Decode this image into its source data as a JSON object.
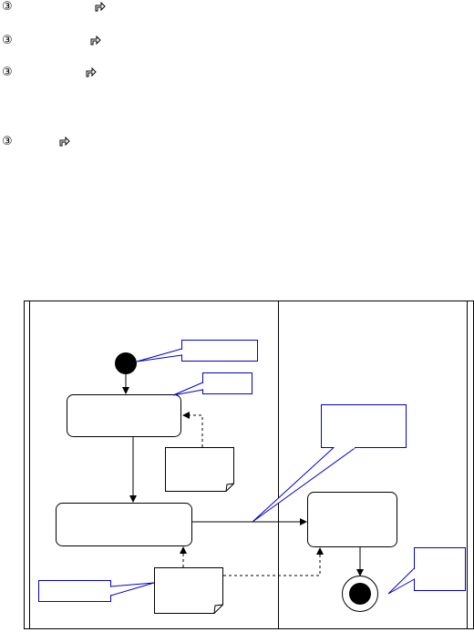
{
  "bullets": [
    {
      "marker": "③",
      "text": ""
    },
    {
      "marker": "③",
      "text": ""
    },
    {
      "marker": "③",
      "text": ""
    },
    {
      "marker": "③",
      "text": ""
    }
  ],
  "icons": {
    "bullet_link": "share-arrow-icon"
  },
  "diagram": {
    "swimlanes": [
      {
        "title": ""
      },
      {
        "title": ""
      }
    ],
    "nodes": {
      "activity_1": "",
      "activity_2": "",
      "activity_3": "",
      "note_1": "",
      "note_2": ""
    },
    "callouts": {
      "start_callout": "",
      "activity_callout": "",
      "transition_callout": "",
      "end_callout": "",
      "object_callout": ""
    }
  },
  "colors": {
    "callout_border": "#0000cc",
    "line": "#000000",
    "background": "#ffffff"
  }
}
